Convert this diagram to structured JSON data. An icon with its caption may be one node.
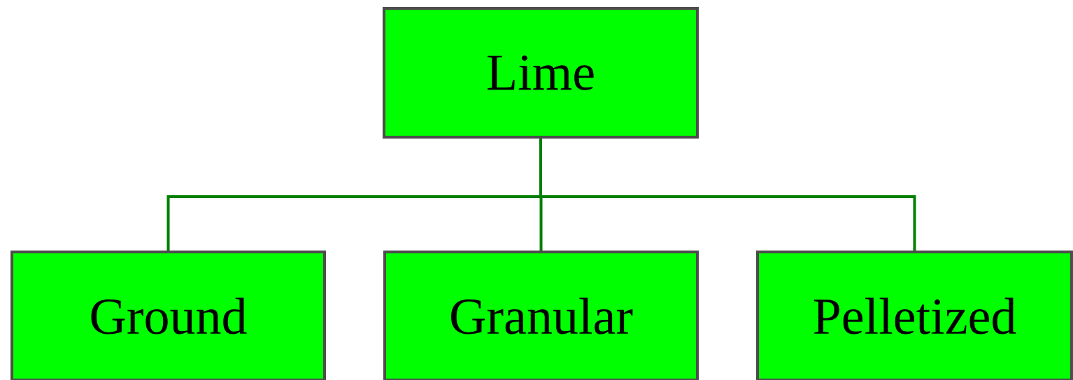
{
  "diagram": {
    "nodes": [
      {
        "text": [
          "Lime"
        ]
      },
      {
        "text": [
          "Ground"
        ]
      },
      {
        "text": [
          "Granular"
        ]
      },
      {
        "text": [
          "Pelletized"
        ]
      }
    ],
    "edges": [
      {
        "from": 0,
        "to": 1,
        "arrow": "none"
      },
      {
        "from": 0,
        "to": 2,
        "arrow": "none"
      },
      {
        "from": 0,
        "to": 3,
        "arrow": "none"
      }
    ]
  }
}
